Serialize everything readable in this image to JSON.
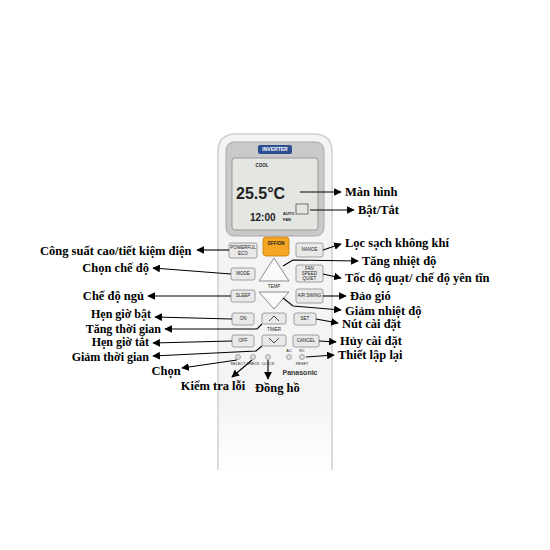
{
  "diagram": {
    "labels": [
      "Màn hình",
      "Bật/Tắt",
      "Công suất cao/tiết kiệm điện",
      "Lọc sạch không khí",
      "Chọn chế độ",
      "Tăng nhiệt độ",
      "Tốc độ quạt/ chế độ yên tĩn",
      "Chế độ ngủ",
      "Đảo gió",
      "Giảm nhiệt độ",
      "Hẹn giờ bật",
      "Nút cài đặt",
      "Tăng thời gian",
      "Hủy cài đặt",
      "Hẹn giờ tắt",
      "Thiết lập lại",
      "Giảm thời gian",
      "Chọn",
      "Kiểm tra lỗi",
      "Đồng hồ",
      "INVERTER",
      "COOL",
      "25.5°C",
      "12:00",
      "AUTO",
      "FAN",
      "POWERFUL ECO",
      "OFF/ON",
      "NANOE",
      "MODE",
      "FAN SPEED QUIET",
      "TEMP",
      "SLEEP",
      "AIR SWING",
      "ON",
      "SET",
      "TIMER",
      "OFF",
      "CANCEL",
      "SELECT",
      "CHECK",
      "CLOCK",
      "AC",
      "RC",
      "RESET",
      "Panasonic"
    ]
  }
}
